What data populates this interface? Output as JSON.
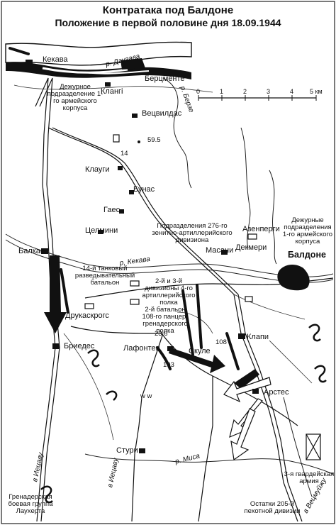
{
  "title": "Контратака под Балдоне",
  "subtitle": "Положение в первой половине дня 18.09.1944",
  "scale": {
    "ticks": [
      "0",
      "1",
      "2",
      "3",
      "4",
      "5 км"
    ]
  },
  "places": {
    "kekava": "Кекава",
    "bercmente": "Берцменте",
    "klangi": "Клангi",
    "vecvildas": "Вецвилдас",
    "klaugi": "Клауги",
    "bunas": "Бунас",
    "gaes": "Гаес",
    "celmini": "Целмини",
    "masani": "Масани",
    "dekmeri": "Декмери",
    "azenpergi": "Азенперги",
    "baldone": "Балдоне",
    "balkas": "Балкас",
    "druskasprogs": "Друкаскрогс",
    "briedes": "Бриедес",
    "lafonten": "Лафонтен",
    "skule": "Скуле",
    "klapi": "Клапи",
    "arstes": "Арстес",
    "sturi": "Стури"
  },
  "heights": {
    "h1": "59.5",
    "h2": "23.6"
  },
  "roads": {
    "r14": "14",
    "r103": "103",
    "r108": "108"
  },
  "rivers": {
    "daugava": "р. Даугава",
    "berze": "р. Берзе",
    "kekava": "р. Кекава",
    "misa": "р. Миса",
    "to_ieckava": "в Иецаву",
    "to_ieckava2": "в Иецаву",
    "to_vecmuizu": "в Вецмуйжу"
  },
  "units": {
    "duty1_left": "Дежурное подразделение 1-го армейского корпуса",
    "duty1_right": "Дежурные подразделения 1-го армейского корпуса",
    "div276": "Подразделения 276-го зенитно-артиллерийского дивизиона",
    "tank14": "14-й танковый разведывательный батальон",
    "art2_3": "2-й и 3-й дивизионы 4-го артиллерийского полка",
    "pz108": "2-й батальон 108-го панцер-гренадерского полка",
    "lauchert": "Гренадерская боевая группа Лаухерта",
    "guards3": "3-я гвардейская армия",
    "div205": "Остатки 205-й пехотной дивизии"
  },
  "marks": {
    "w": "w w"
  }
}
